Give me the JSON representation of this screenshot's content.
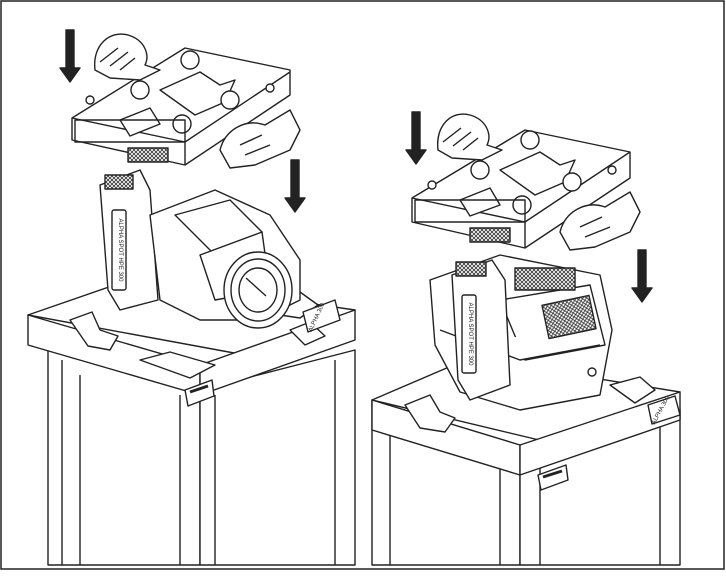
{
  "figure": {
    "left_panel": {
      "fixture_label": "ALPHA SPOT HPE 300",
      "box_label": "ALPHA 300"
    },
    "right_panel": {
      "fixture_label": "ALPHA SPOT HPE 300",
      "box_label": "ALPHA 300"
    },
    "arrow_direction": "down",
    "colors": {
      "line": "#222222",
      "paper": "#ffffff",
      "shade": "#555555"
    }
  }
}
